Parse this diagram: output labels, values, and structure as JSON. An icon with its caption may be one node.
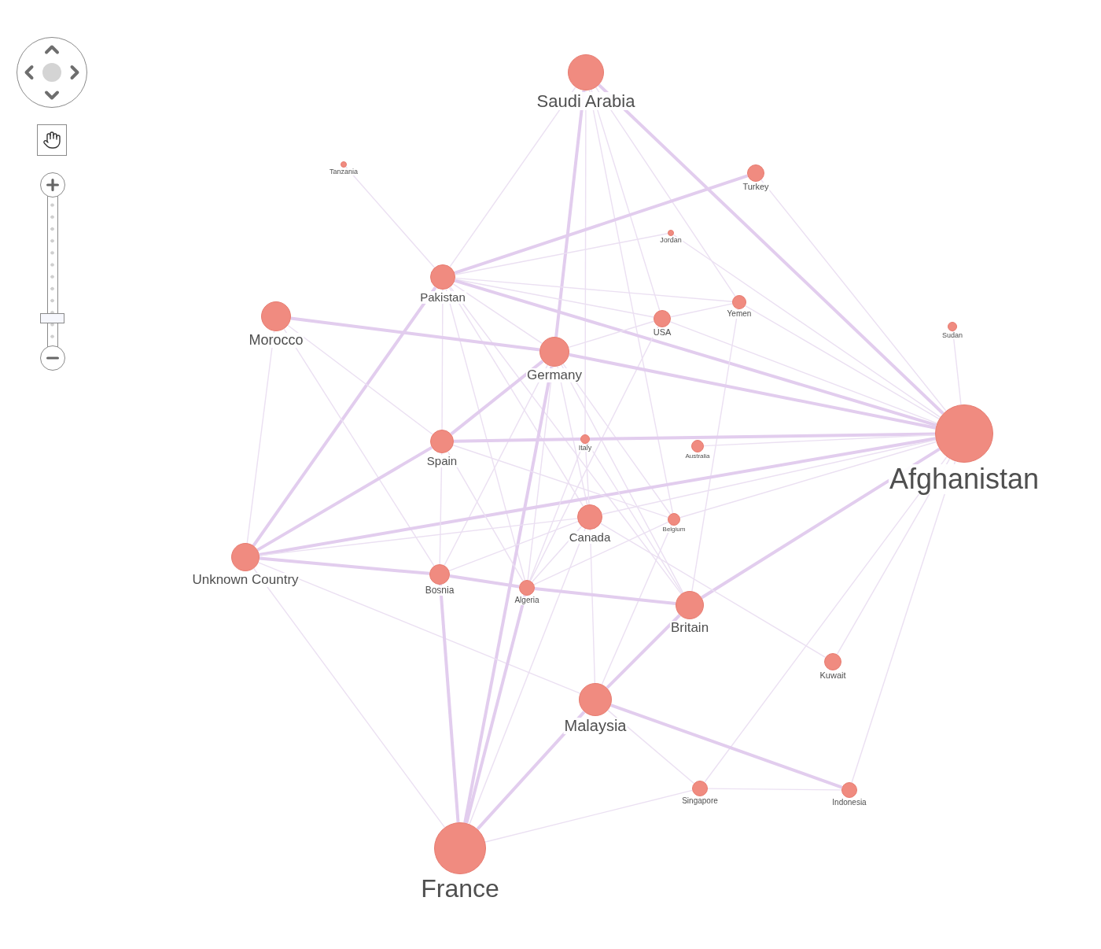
{
  "diagram": {
    "nodes": [
      {
        "text": [
          "Saudi Arabia"
        ]
      },
      {
        "text": [
          "Tanzania"
        ]
      },
      {
        "text": [
          "Turkey"
        ]
      },
      {
        "text": [
          "Jordan"
        ]
      },
      {
        "text": [
          "Pakistan"
        ]
      },
      {
        "text": [
          "Yemen"
        ]
      },
      {
        "text": [
          "Morocco"
        ]
      },
      {
        "text": [
          "USA"
        ]
      },
      {
        "text": [
          "Sudan"
        ]
      },
      {
        "text": [
          "Germany"
        ]
      },
      {
        "text": [
          "Afghanistan"
        ]
      },
      {
        "text": [
          "Spain"
        ]
      },
      {
        "text": [
          "Italy"
        ]
      },
      {
        "text": [
          "Australia"
        ]
      },
      {
        "text": [
          "Canada"
        ]
      },
      {
        "text": [
          "Belgium"
        ]
      },
      {
        "text": [
          "Unknown Country"
        ]
      },
      {
        "text": [
          "Bosnia"
        ]
      },
      {
        "text": [
          "Algeria"
        ]
      },
      {
        "text": [
          "Britain"
        ]
      },
      {
        "text": [
          "Kuwait"
        ]
      },
      {
        "text": [
          "Malaysia"
        ]
      },
      {
        "text": [
          "Singapore"
        ]
      },
      {
        "text": [
          "Indonesia"
        ]
      },
      {
        "text": [
          "France"
        ]
      }
    ],
    "edges": [
      {
        "from": 0,
        "to": 4,
        "arrow": "none"
      },
      {
        "from": 0,
        "to": 9,
        "arrow": "none",
        "style": "thick"
      },
      {
        "from": 0,
        "to": 12,
        "arrow": "none"
      },
      {
        "from": 0,
        "to": 10,
        "arrow": "none",
        "style": "thick"
      },
      {
        "from": 0,
        "to": 7,
        "arrow": "none"
      },
      {
        "from": 0,
        "to": 15,
        "arrow": "none"
      },
      {
        "from": 0,
        "to": 5,
        "arrow": "none"
      },
      {
        "from": 1,
        "to": 4,
        "arrow": "none"
      },
      {
        "from": 2,
        "to": 4,
        "arrow": "none",
        "style": "thick"
      },
      {
        "from": 2,
        "to": 10,
        "arrow": "none"
      },
      {
        "from": 3,
        "to": 4,
        "arrow": "none"
      },
      {
        "from": 3,
        "to": 10,
        "arrow": "none"
      },
      {
        "from": 4,
        "to": 7,
        "arrow": "none"
      },
      {
        "from": 4,
        "to": 5,
        "arrow": "none"
      },
      {
        "from": 4,
        "to": 10,
        "arrow": "none",
        "style": "thick"
      },
      {
        "from": 4,
        "to": 9,
        "arrow": "none"
      },
      {
        "from": 4,
        "to": 11,
        "arrow": "none"
      },
      {
        "from": 4,
        "to": 16,
        "arrow": "none",
        "style": "thick"
      },
      {
        "from": 4,
        "to": 19,
        "arrow": "none"
      },
      {
        "from": 4,
        "to": 18,
        "arrow": "none"
      },
      {
        "from": 4,
        "to": 14,
        "arrow": "none"
      },
      {
        "from": 5,
        "to": 7,
        "arrow": "none"
      },
      {
        "from": 5,
        "to": 10,
        "arrow": "none"
      },
      {
        "from": 5,
        "to": 19,
        "arrow": "none"
      },
      {
        "from": 6,
        "to": 9,
        "arrow": "none",
        "style": "thick"
      },
      {
        "from": 6,
        "to": 16,
        "arrow": "none"
      },
      {
        "from": 6,
        "to": 17,
        "arrow": "none"
      },
      {
        "from": 6,
        "to": 11,
        "arrow": "none"
      },
      {
        "from": 7,
        "to": 9,
        "arrow": "none"
      },
      {
        "from": 7,
        "to": 10,
        "arrow": "none"
      },
      {
        "from": 7,
        "to": 18,
        "arrow": "none"
      },
      {
        "from": 8,
        "to": 10,
        "arrow": "none"
      },
      {
        "from": 9,
        "to": 10,
        "arrow": "none",
        "style": "thick"
      },
      {
        "from": 9,
        "to": 11,
        "arrow": "none",
        "style": "thick"
      },
      {
        "from": 9,
        "to": 17,
        "arrow": "none"
      },
      {
        "from": 9,
        "to": 14,
        "arrow": "none"
      },
      {
        "from": 9,
        "to": 24,
        "arrow": "none",
        "style": "thick"
      },
      {
        "from": 9,
        "to": 19,
        "arrow": "none"
      },
      {
        "from": 9,
        "to": 15,
        "arrow": "none"
      },
      {
        "from": 9,
        "to": 18,
        "arrow": "none"
      },
      {
        "from": 10,
        "to": 12,
        "arrow": "none",
        "style": "thick"
      },
      {
        "from": 10,
        "to": 16,
        "arrow": "none",
        "style": "thick"
      },
      {
        "from": 10,
        "to": 14,
        "arrow": "none"
      },
      {
        "from": 10,
        "to": 15,
        "arrow": "none"
      },
      {
        "from": 10,
        "to": 19,
        "arrow": "none",
        "style": "thick"
      },
      {
        "from": 10,
        "to": 20,
        "arrow": "none"
      },
      {
        "from": 10,
        "to": 22,
        "arrow": "none"
      },
      {
        "from": 10,
        "to": 23,
        "arrow": "none"
      },
      {
        "from": 10,
        "to": 13,
        "arrow": "none"
      },
      {
        "from": 11,
        "to": 12,
        "arrow": "none",
        "style": "thick"
      },
      {
        "from": 11,
        "to": 17,
        "arrow": "none"
      },
      {
        "from": 11,
        "to": 16,
        "arrow": "none",
        "style": "thick"
      },
      {
        "from": 11,
        "to": 15,
        "arrow": "none"
      },
      {
        "from": 11,
        "to": 18,
        "arrow": "none"
      },
      {
        "from": 12,
        "to": 18,
        "arrow": "none"
      },
      {
        "from": 12,
        "to": 19,
        "arrow": "none"
      },
      {
        "from": 12,
        "to": 14,
        "arrow": "none"
      },
      {
        "from": 14,
        "to": 16,
        "arrow": "none"
      },
      {
        "from": 14,
        "to": 17,
        "arrow": "none"
      },
      {
        "from": 14,
        "to": 24,
        "arrow": "none"
      },
      {
        "from": 14,
        "to": 21,
        "arrow": "none"
      },
      {
        "from": 14,
        "to": 18,
        "arrow": "none"
      },
      {
        "from": 14,
        "to": 20,
        "arrow": "none"
      },
      {
        "from": 15,
        "to": 21,
        "arrow": "none"
      },
      {
        "from": 15,
        "to": 18,
        "arrow": "none"
      },
      {
        "from": 16,
        "to": 17,
        "arrow": "none",
        "style": "thick"
      },
      {
        "from": 16,
        "to": 24,
        "arrow": "none"
      },
      {
        "from": 16,
        "to": 21,
        "arrow": "none"
      },
      {
        "from": 17,
        "to": 18,
        "arrow": "none",
        "style": "thick"
      },
      {
        "from": 18,
        "to": 19,
        "arrow": "none",
        "style": "thick"
      },
      {
        "from": 17,
        "to": 24,
        "arrow": "none",
        "style": "thick"
      },
      {
        "from": 18,
        "to": 24,
        "arrow": "none",
        "style": "thick"
      },
      {
        "from": 19,
        "to": 21,
        "arrow": "none",
        "style": "thick"
      },
      {
        "from": 21,
        "to": 22,
        "arrow": "none"
      },
      {
        "from": 21,
        "to": 23,
        "arrow": "none",
        "style": "thick"
      },
      {
        "from": 21,
        "to": 24,
        "arrow": "none",
        "style": "thick"
      },
      {
        "from": 22,
        "to": 23,
        "arrow": "none"
      },
      {
        "from": 22,
        "to": 24,
        "arrow": "none"
      }
    ]
  }
}
